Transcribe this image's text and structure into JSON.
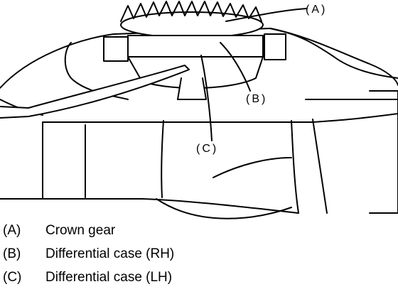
{
  "callouts": {
    "a": "(A)",
    "b": "(B)",
    "c": "(C)"
  },
  "legend": [
    {
      "key": "(A)",
      "text": "Crown gear"
    },
    {
      "key": "(B)",
      "text": "Differential case (RH)"
    },
    {
      "key": "(C)",
      "text": "Differential case (LH)"
    }
  ]
}
